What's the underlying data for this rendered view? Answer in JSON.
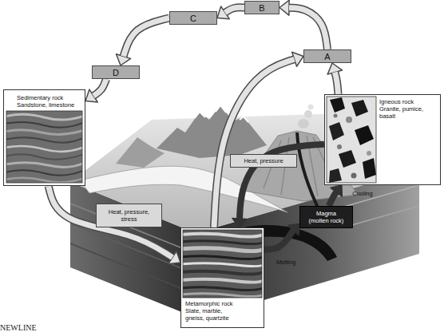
{
  "diagram": {
    "nodes": [
      {
        "text": [
          "B"
        ]
      },
      {
        "text": [
          "C"
        ]
      },
      {
        "text": [
          "A"
        ]
      },
      {
        "text": [
          "D"
        ]
      },
      {
        "text": [
          "Sedimentary rock",
          "Sandstone, limestone"
        ]
      },
      {
        "text": [
          "Igneous rock",
          "Granite, pumice, basalt"
        ]
      },
      {
        "text": [
          "Magma (molten rock)"
        ]
      },
      {
        "text": [
          "Metamorphic rock",
          "Slate, marble, gneiss, quartzite"
        ]
      }
    ],
    "edges": [
      {
        "from": 2,
        "to": 0,
        "arrow": "to"
      },
      {
        "from": 0,
        "to": 1,
        "arrow": "to"
      },
      {
        "from": 1,
        "to": 3,
        "arrow": "to"
      },
      {
        "from": 3,
        "to": 4,
        "arrow": "to"
      },
      {
        "from": 4,
        "to": 7,
        "label": "Heat, pressure, stress",
        "arrow": "to"
      },
      {
        "from": 5,
        "to": 7,
        "label": "Heat, pressure",
        "arrow": "to"
      },
      {
        "from": 7,
        "to": 6,
        "label": "Melting",
        "arrow": "to"
      },
      {
        "from": 6,
        "to": 5,
        "label": "Cooling",
        "arrow": "to"
      },
      {
        "from": 5,
        "to": 2,
        "arrow": "to"
      },
      {
        "from": 7,
        "to": 2,
        "arrow": "to"
      }
    ],
    "labels": [
      "NEWLINE"
    ]
  }
}
